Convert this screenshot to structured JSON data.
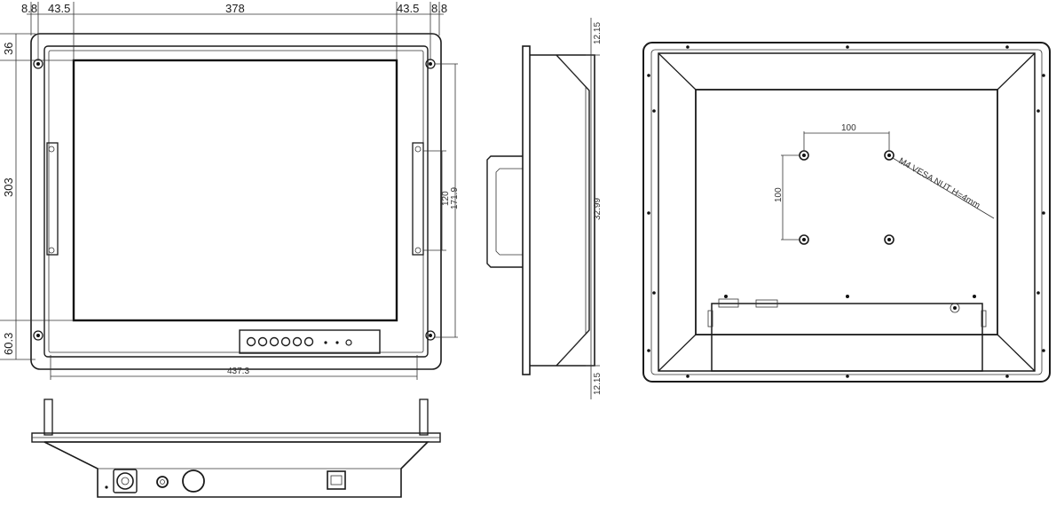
{
  "front_view": {
    "dims": {
      "left_margin": "8.8",
      "left_bezel": "43.5",
      "screen_width": "378",
      "right_bezel": "43.5",
      "right_margin": "8.8",
      "top_height": "36",
      "screen_height": "303",
      "bottom_height": "60.3",
      "total_width": "437.3",
      "handle_height": "120",
      "handle_outer": "171.9"
    },
    "buttons": {
      "round": 6,
      "dots": 3
    }
  },
  "side_view": {
    "dims": {
      "top": "12.15",
      "depth": "32.99",
      "bottom": "12.15"
    }
  },
  "rear_view": {
    "dims": {
      "vesa_horizontal": "100",
      "vesa_vertical": "100"
    },
    "vesa_note": "M4 VESA NUT H=4mm"
  }
}
